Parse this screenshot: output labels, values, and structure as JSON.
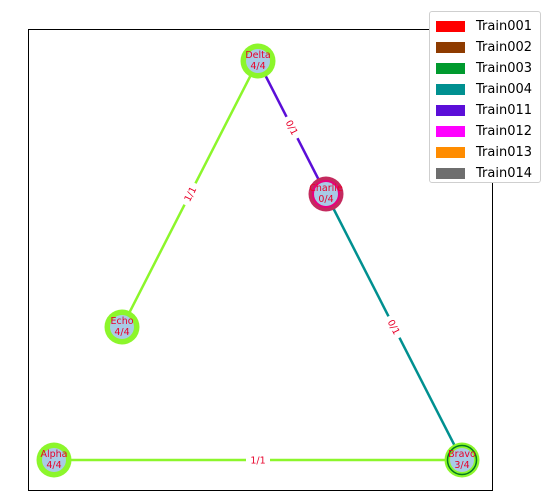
{
  "chart_data": {
    "type": "network",
    "nodes": [
      {
        "id": "delta",
        "name": "Delta",
        "count": "4/4",
        "ring": "#8cf62b",
        "fill": "#a9cbe6"
      },
      {
        "id": "charlie",
        "name": "Charlie",
        "count": "0/4",
        "ring": "#c42a5e",
        "fill": "#a9cbe6"
      },
      {
        "id": "echo",
        "name": "Echo",
        "count": "4/4",
        "ring": "#8cf62b",
        "fill": "#a9cbe6"
      },
      {
        "id": "alpha",
        "name": "Alpha",
        "count": "4/4",
        "ring": "#8cf62b",
        "fill": "#a9cbe6"
      },
      {
        "id": "bravo",
        "name": "Bravo",
        "count": "3/4",
        "ring": "#8cf62b",
        "fill": "#a9cbe6"
      }
    ],
    "edges": [
      {
        "from": "delta",
        "to": "charlie",
        "label": "0/1",
        "color": "#5b0ed8"
      },
      {
        "from": "delta",
        "to": "echo",
        "label": "1/1",
        "color": "#8cf62b"
      },
      {
        "from": "charlie",
        "to": "bravo",
        "label": "0/1",
        "color": "#009090"
      },
      {
        "from": "alpha",
        "to": "bravo",
        "label": "1/1",
        "color": "#8cf62b"
      }
    ],
    "legend": [
      {
        "label": "Train001",
        "color": "#ff0000"
      },
      {
        "label": "Train002",
        "color": "#8e3b00"
      },
      {
        "label": "Train003",
        "color": "#009a2e"
      },
      {
        "label": "Train004",
        "color": "#009090"
      },
      {
        "label": "Train011",
        "color": "#5b0ed8"
      },
      {
        "label": "Train012",
        "color": "#ff00ff"
      },
      {
        "label": "Train013",
        "color": "#ff8c00"
      },
      {
        "label": "Train014",
        "color": "#6e6e6e"
      }
    ],
    "legend_position": "top-right"
  }
}
